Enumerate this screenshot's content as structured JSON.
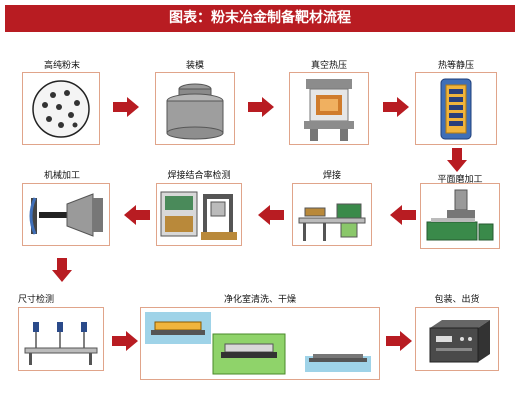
{
  "title": "图表：粉末冶金制备靶材流程",
  "steps": {
    "s1": "高纯粉末",
    "s2": "装模",
    "s3": "真空热压",
    "s4": "热等静压",
    "s5": "平面磨加工",
    "s6": "焊接",
    "s7": "焊接结合率检测",
    "s8": "机械加工",
    "s9": "尺寸检测",
    "s10": "净化室清洗、干燥",
    "s11": "包装、出货"
  },
  "colors": {
    "title_bg": "#b81c22",
    "arrow": "#b81c22",
    "box_border": "#e0a48a"
  }
}
